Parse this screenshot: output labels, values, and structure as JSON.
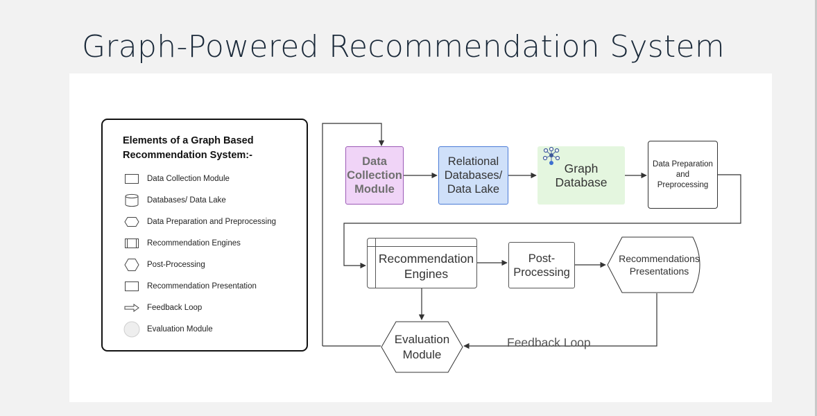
{
  "slide": {
    "title": "Graph-Powered Recommendation System"
  },
  "legend": {
    "title": "Elements of a Graph Based Recommendation System:-",
    "items": [
      {
        "icon": "rectangle-icon",
        "label": "Data Collection Module"
      },
      {
        "icon": "cylinder-icon",
        "label": "Databases/ Data Lake"
      },
      {
        "icon": "hexagon-icon",
        "label": "Data Preparation and Preprocessing"
      },
      {
        "icon": "predefined-process-icon",
        "label": "Recommendation Engines"
      },
      {
        "icon": "hexagon-icon",
        "label": "Post-Processing"
      },
      {
        "icon": "rectangle-icon",
        "label": "Recommendation Presentation"
      },
      {
        "icon": "arrow-right-icon",
        "label": "Feedback Loop"
      },
      {
        "icon": "circle-icon",
        "label": "Evaluation Module"
      }
    ]
  },
  "flow": {
    "data_collection": {
      "line1": "Data",
      "line2": "Collection",
      "line3": "Module"
    },
    "relational_db": {
      "line1": "Relational",
      "line2": "Databases/",
      "line3": "Data Lake"
    },
    "graph_db": {
      "line1": "Graph",
      "line2": "Database",
      "icon": "graph-network-icon"
    },
    "data_prep": {
      "line1": "Data Preparation",
      "line2": "and",
      "line3": "Preprocessing"
    },
    "rec_engines": {
      "line1": "Recommendation",
      "line2": "Engines"
    },
    "post_processing": {
      "line1": "Post-",
      "line2": "Processing"
    },
    "presentations": {
      "line1": "Recommendations",
      "line2": "Presentations"
    },
    "evaluation": {
      "line1": "Evaluation",
      "line2": "Module"
    },
    "feedback_label": "Feedback Loop"
  },
  "colors": {
    "data_collection_fill": "#f0d4f7",
    "data_collection_border": "#9b59b6",
    "relational_fill": "#cfe0f9",
    "relational_border": "#4a7ad6",
    "graph_fill": "#e4f6df",
    "title_text": "#1b2a3a"
  }
}
